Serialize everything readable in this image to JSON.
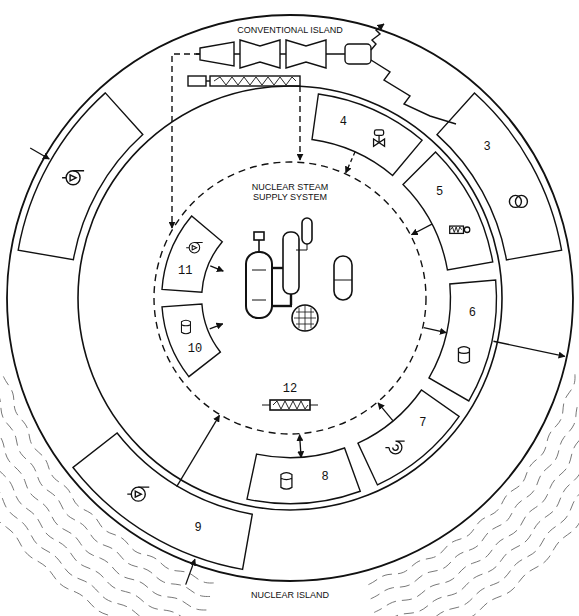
{
  "diagram": {
    "nodes": [
      {
        "text": [
          "NUCLEAR ISLAND"
        ]
      },
      {
        "text": [
          "NUCLEAR STEAM SUPPLY SYSTEM"
        ],
        "in": 0
      },
      {
        "text": [
          "3"
        ],
        "in": 0
      },
      {
        "text": [
          "4"
        ],
        "in": 0
      },
      {
        "text": [
          "5"
        ],
        "in": 0
      },
      {
        "text": [
          "6"
        ],
        "in": 0
      },
      {
        "text": [
          "7"
        ],
        "in": 0
      },
      {
        "text": [
          "8"
        ],
        "in": 0
      },
      {
        "text": [
          "9"
        ],
        "in": 0
      },
      {
        "text": [
          "10"
        ],
        "in": 1
      },
      {
        "text": [
          "11"
        ],
        "in": 1
      }
    ],
    "edges": [
      {
        "from": 3,
        "to": 1,
        "arrow": "to"
      },
      {
        "from": 4,
        "to": 1,
        "arrow": "to"
      },
      {
        "from": 1,
        "to": 5,
        "arrow": "to"
      },
      {
        "from": 6,
        "to": 1,
        "arrow": "to"
      },
      {
        "from": 7,
        "to": 1,
        "arrow": "both"
      },
      {
        "from": 8,
        "to": 1,
        "arrow": "to"
      }
    ],
    "labels": [
      "CONVENTIONAL ISLAND",
      "12"
    ]
  }
}
